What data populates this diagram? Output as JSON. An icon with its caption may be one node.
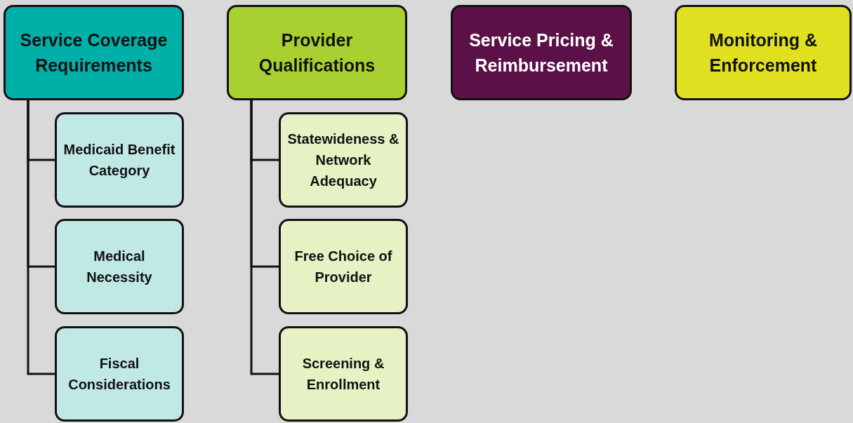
{
  "diagram": {
    "nodes": [
      {
        "text": [
          "Service Coverage Requirements"
        ]
      },
      {
        "text": [
          "Medicaid Benefit Category"
        ]
      },
      {
        "text": [
          "Medical Necessity"
        ]
      },
      {
        "text": [
          "Fiscal Considerations"
        ]
      },
      {
        "text": [
          "Provider Qualifications"
        ]
      },
      {
        "text": [
          "Statewideness & Network Adequacy"
        ]
      },
      {
        "text": [
          "Free Choice of Provider"
        ]
      },
      {
        "text": [
          "Screening & Enrollment"
        ]
      },
      {
        "text": [
          "Service Pricing & Reimbursement"
        ]
      },
      {
        "text": [
          "Monitoring & Enforcement"
        ]
      }
    ],
    "edges": [
      {
        "from": 0,
        "to": 1,
        "arrow": "none"
      },
      {
        "from": 0,
        "to": 2,
        "arrow": "none"
      },
      {
        "from": 0,
        "to": 3,
        "arrow": "none"
      },
      {
        "from": 4,
        "to": 5,
        "arrow": "none"
      },
      {
        "from": 4,
        "to": 6,
        "arrow": "none"
      },
      {
        "from": 4,
        "to": 7,
        "arrow": "none"
      }
    ]
  }
}
